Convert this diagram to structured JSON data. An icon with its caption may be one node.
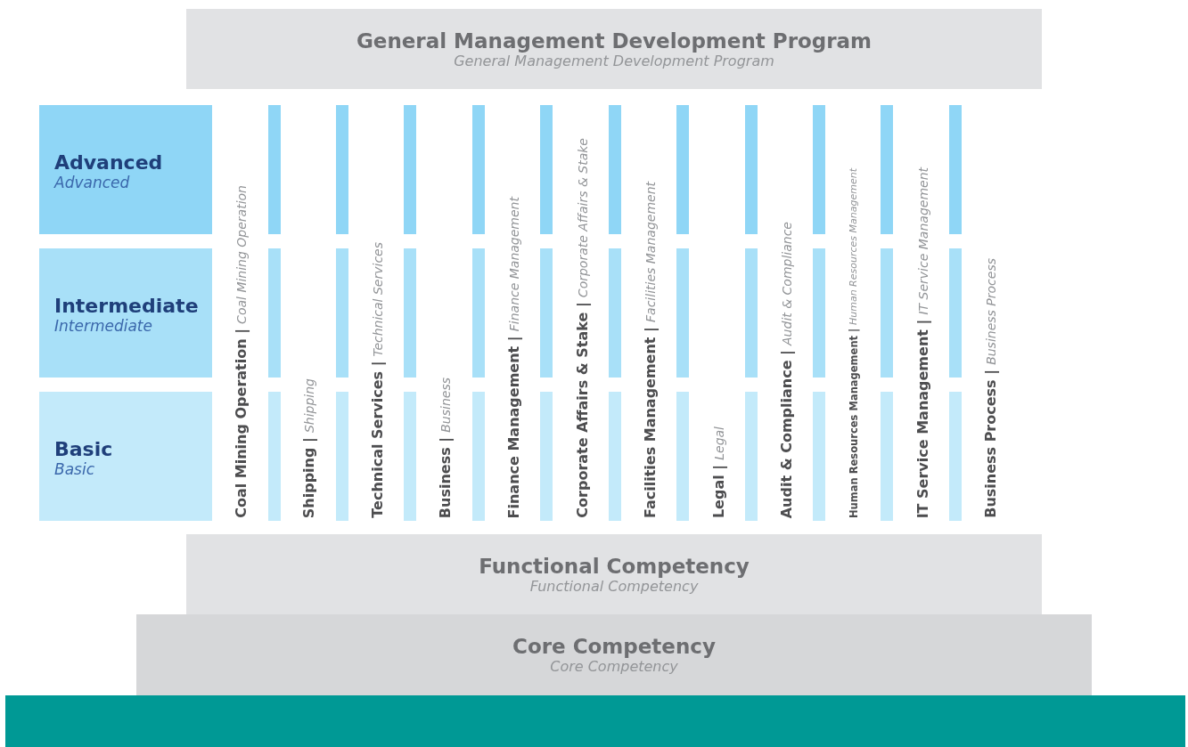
{
  "diagram": {
    "nodes": [
      {
        "text": [
          "General Management Development Program",
          "General Management Development Program"
        ]
      },
      {
        "text": [
          "Advanced",
          "Advanced"
        ]
      },
      {
        "text": [
          "Intermediate",
          "Intermediate"
        ]
      },
      {
        "text": [
          "Basic",
          "Basic"
        ]
      },
      {
        "text": [
          "**Coal Mining Operation |** *Coal Mining Operation*"
        ]
      },
      {
        "text": [
          "**Shipping |** *Shipping*"
        ]
      },
      {
        "text": [
          "**Technical Services |** *Technical Services*"
        ]
      },
      {
        "text": [
          "**Business |** *Business*"
        ]
      },
      {
        "text": [
          "**Finance Management |** *Finance Management*"
        ]
      },
      {
        "text": [
          "**Corporate Affairs & Stake |** *Corporate Affairs & Stake*"
        ]
      },
      {
        "text": [
          "**Facilities Management |** *Facilities Management*"
        ]
      },
      {
        "text": [
          "**Legal |** *Legal*"
        ]
      },
      {
        "text": [
          "**Audit & Compliance |** *Audit & Compliance*"
        ]
      },
      {
        "text": [
          "**Human Resources Management |** *Human Resources Management*"
        ]
      },
      {
        "text": [
          "**IT Service Management |** *IT Service Management*"
        ]
      },
      {
        "text": [
          "**Business Process |** *Business Process*"
        ]
      },
      {
        "text": [],
        "shape": "bar"
      },
      {
        "text": [],
        "shape": "bar"
      },
      {
        "text": [],
        "shape": "bar"
      },
      {
        "text": [],
        "shape": "bar"
      },
      {
        "text": [],
        "shape": "bar"
      },
      {
        "text": [],
        "shape": "bar"
      },
      {
        "text": [],
        "shape": "bar"
      },
      {
        "text": [],
        "shape": "bar"
      },
      {
        "text": [],
        "shape": "bar"
      },
      {
        "text": [],
        "shape": "bar"
      },
      {
        "text": [],
        "shape": "bar"
      },
      {
        "text": [],
        "shape": "bar"
      },
      {
        "text": [],
        "shape": "bar"
      },
      {
        "text": [],
        "shape": "bar"
      },
      {
        "text": [],
        "shape": "bar"
      },
      {
        "text": [],
        "shape": "bar"
      },
      {
        "text": [],
        "shape": "bar"
      },
      {
        "text": [],
        "shape": "bar"
      },
      {
        "text": [],
        "shape": "bar"
      },
      {
        "text": [],
        "shape": "bar"
      },
      {
        "text": [],
        "shape": "bar"
      },
      {
        "text": [],
        "shape": "bar"
      },
      {
        "text": [],
        "shape": "bar"
      },
      {
        "text": [],
        "shape": "bar"
      },
      {
        "text": [],
        "shape": "bar"
      },
      {
        "text": [],
        "shape": "bar"
      },
      {
        "text": [],
        "shape": "bar"
      },
      {
        "text": [],
        "shape": "bar"
      },
      {
        "text": [],
        "shape": "bar"
      },
      {
        "text": [],
        "shape": "bar"
      },
      {
        "text": [],
        "shape": "bar"
      },
      {
        "text": [],
        "shape": "bar"
      },
      {
        "text": [],
        "shape": "bar"
      },
      {
        "text": [
          "Functional Competency",
          "Functional Competency"
        ]
      },
      {
        "text": [
          "Core Competency",
          "Core Competency"
        ]
      },
      {
        "text": [],
        "shape": "bar"
      }
    ],
    "edges": []
  }
}
